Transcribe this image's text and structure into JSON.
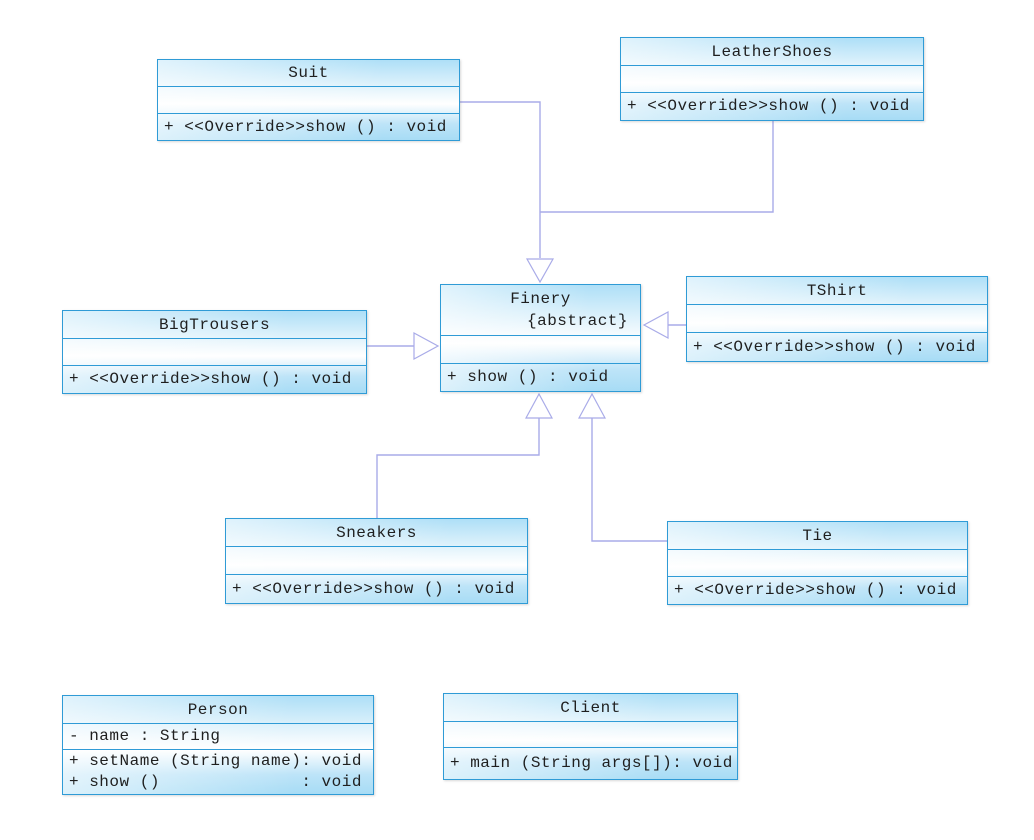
{
  "diagram_type": "uml-class-diagram",
  "colors": {
    "background": "#ffffff",
    "box_border": "#2f9bd6",
    "box_fill_top": "#aedff7",
    "box_fill_mid": "#ffffff",
    "box_fill_bottom": "#a7dcf5",
    "connector": "#a9abe8",
    "text": "#1f1f1f"
  },
  "classes": {
    "suit": {
      "name": "Suit",
      "attributes": [],
      "methods": [
        "+ <<Override>>show () : void"
      ]
    },
    "leathershoes": {
      "name": "LeatherShoes",
      "attributes": [],
      "methods": [
        "+ <<Override>>show () : void"
      ]
    },
    "bigtrousers": {
      "name": "BigTrousers",
      "attributes": [],
      "methods": [
        "+ <<Override>>show () : void"
      ]
    },
    "finery": {
      "name": "Finery",
      "stereotype": "{abstract}",
      "attributes": [],
      "methods": [
        "+ show () : void"
      ]
    },
    "tshirt": {
      "name": "TShirt",
      "attributes": [],
      "methods": [
        "+ <<Override>>show () : void"
      ]
    },
    "sneakers": {
      "name": "Sneakers",
      "attributes": [],
      "methods": [
        "+ <<Override>>show () : void"
      ]
    },
    "tie": {
      "name": "Tie",
      "attributes": [],
      "methods": [
        "+ <<Override>>show () : void"
      ]
    },
    "person": {
      "name": "Person",
      "attributes": [
        "- name : String"
      ],
      "methods": [
        "+ setName (String name): void",
        "+ show ()              : void"
      ]
    },
    "client": {
      "name": "Client",
      "attributes": [],
      "methods": [
        "+ main (String args[]): void"
      ]
    }
  },
  "relationships": [
    {
      "type": "generalization",
      "from": "Suit",
      "to": "Finery"
    },
    {
      "type": "generalization",
      "from": "LeatherShoes",
      "to": "Finery"
    },
    {
      "type": "generalization",
      "from": "BigTrousers",
      "to": "Finery"
    },
    {
      "type": "generalization",
      "from": "TShirt",
      "to": "Finery"
    },
    {
      "type": "generalization",
      "from": "Sneakers",
      "to": "Finery"
    },
    {
      "type": "generalization",
      "from": "Tie",
      "to": "Finery"
    }
  ]
}
